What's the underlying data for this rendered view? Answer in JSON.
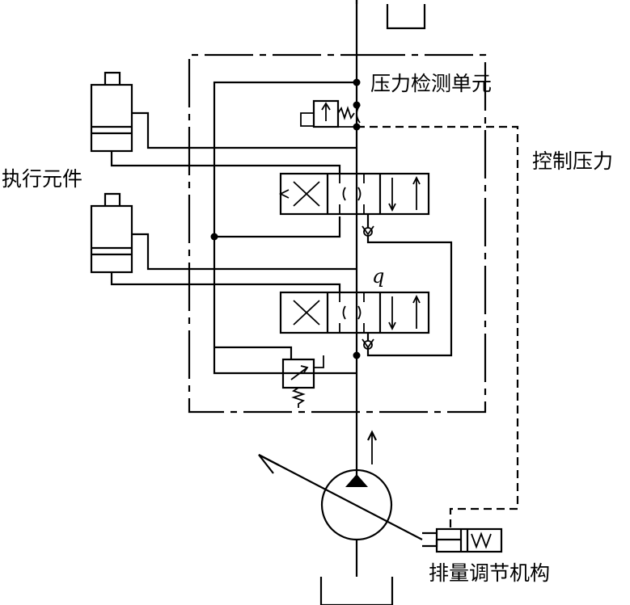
{
  "labels": {
    "pressure_detect": "压力检测单元",
    "control_pressure": "控制压力",
    "actuator": "执行元件",
    "flow_q": "q",
    "displacement_adjust": "排量调节机构"
  }
}
